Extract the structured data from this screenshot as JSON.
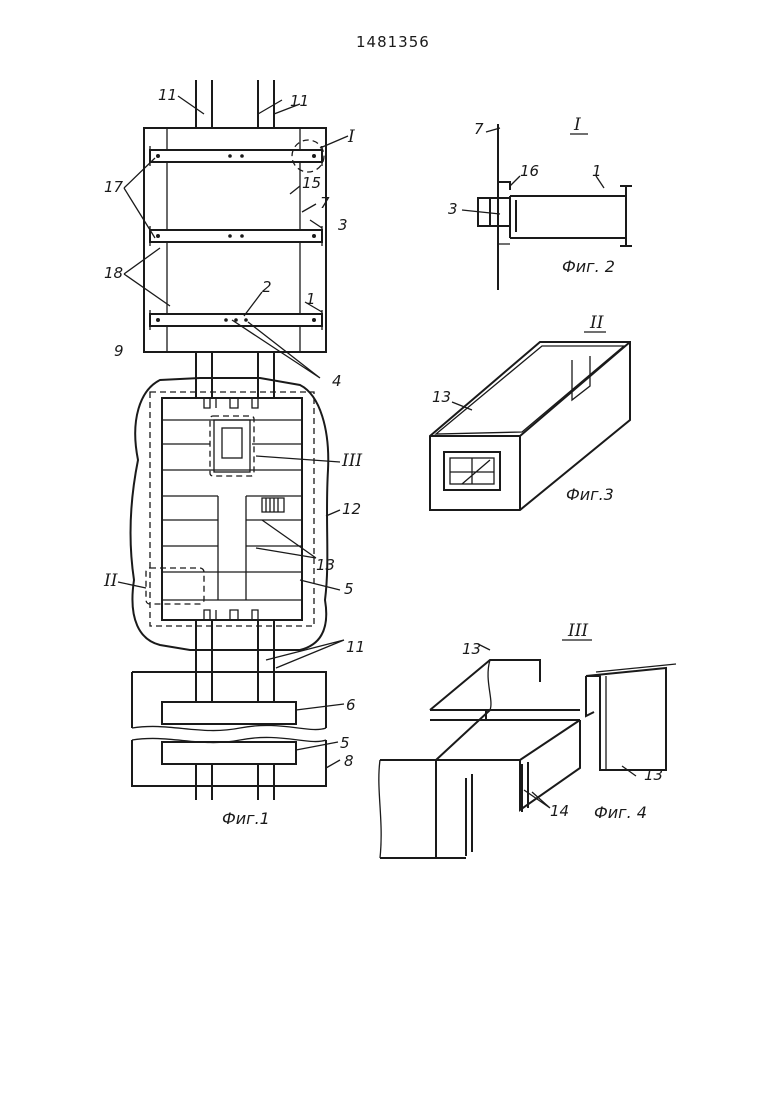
{
  "patent_number": "1481356",
  "figures": {
    "fig1": {
      "caption": "Фиг.1",
      "labels": {
        "l11a": "11",
        "l11b": "11",
        "l11c": "11",
        "lI": "I",
        "l15": "15",
        "l17": "17",
        "l7": "7",
        "l3": "3",
        "l18": "18",
        "l2": "2",
        "l1": "1",
        "l9": "9",
        "l4": "4",
        "lIII": "III",
        "l12": "12",
        "l13": "13",
        "lII": "II",
        "l5a": "5",
        "l6": "6",
        "l5b": "5",
        "l8": "8"
      }
    },
    "fig2": {
      "caption": "Фиг. 2",
      "labels": {
        "lI": "I",
        "l7": "7",
        "l16": "16",
        "l1": "1",
        "l3": "3"
      }
    },
    "fig3": {
      "caption": "Фиг.3",
      "labels": {
        "lII": "II",
        "l13": "13"
      }
    },
    "fig4": {
      "caption": "Фиг. 4",
      "labels": {
        "lIII": "III",
        "l13a": "13",
        "l13b": "13",
        "l14": "14"
      }
    }
  }
}
